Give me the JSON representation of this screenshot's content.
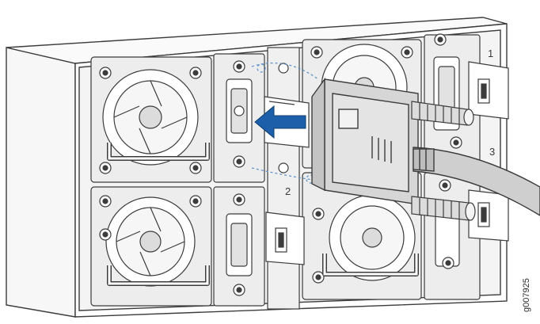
{
  "figure": {
    "id": "g007925",
    "slot_labels": [
      "1",
      "2",
      "3"
    ],
    "colors": {
      "line": "#3c3c3c",
      "chassis_fill": "#ffffff",
      "panel_fill": "#f4f4f4",
      "module_fill": "#ededed",
      "connector_fill": "#d6d6d6",
      "cable_fill": "#cfcfcf",
      "arrow_fill": "#1d5fa8",
      "guide_line": "#5b8fc9"
    }
  }
}
